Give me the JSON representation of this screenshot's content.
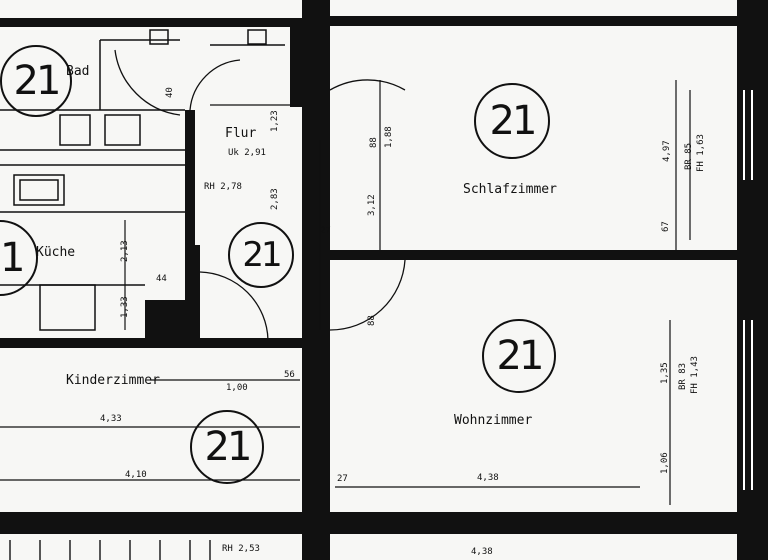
{
  "unit_label": "21",
  "rooms": {
    "bad": "Bad",
    "flur": "Flur",
    "kueche": "Küche",
    "schlafzimmer": "Schlafzimmer",
    "kinderzimmer": "Kinderzimmer",
    "wohnzimmer": "Wohnzimmer"
  },
  "dimensions": {
    "flur_uk": "Uk 2,91",
    "flur_rh": "RH 2,78",
    "rh_bottom": "RH 2,53",
    "kinder_width": "4,33",
    "kinder_width2": "4,10",
    "wohn_width": "4,38",
    "bottom_width": "4,38",
    "small_56": "56",
    "small_100": "1,00",
    "small_44": "44",
    "small_27a": "27",
    "small_27b": "27",
    "schlaf_vert": "4,97",
    "schlaf_br": "BR 85",
    "schlaf_fh": "FH 1,63",
    "schlaf_door": "88",
    "schlaf_312": "3,12",
    "schlaf_67": "67",
    "wohn_135": "1,35",
    "wohn_br": "BR 83",
    "wohn_fh": "FH 1,43",
    "wohn_106": "1,06",
    "wohn_door": "88",
    "flur_188": "1,88",
    "flur_283": "2,83",
    "flur_123": "1,23",
    "kueche_213": "2,13",
    "kueche_133": "1,33",
    "kueche_40": "40"
  }
}
